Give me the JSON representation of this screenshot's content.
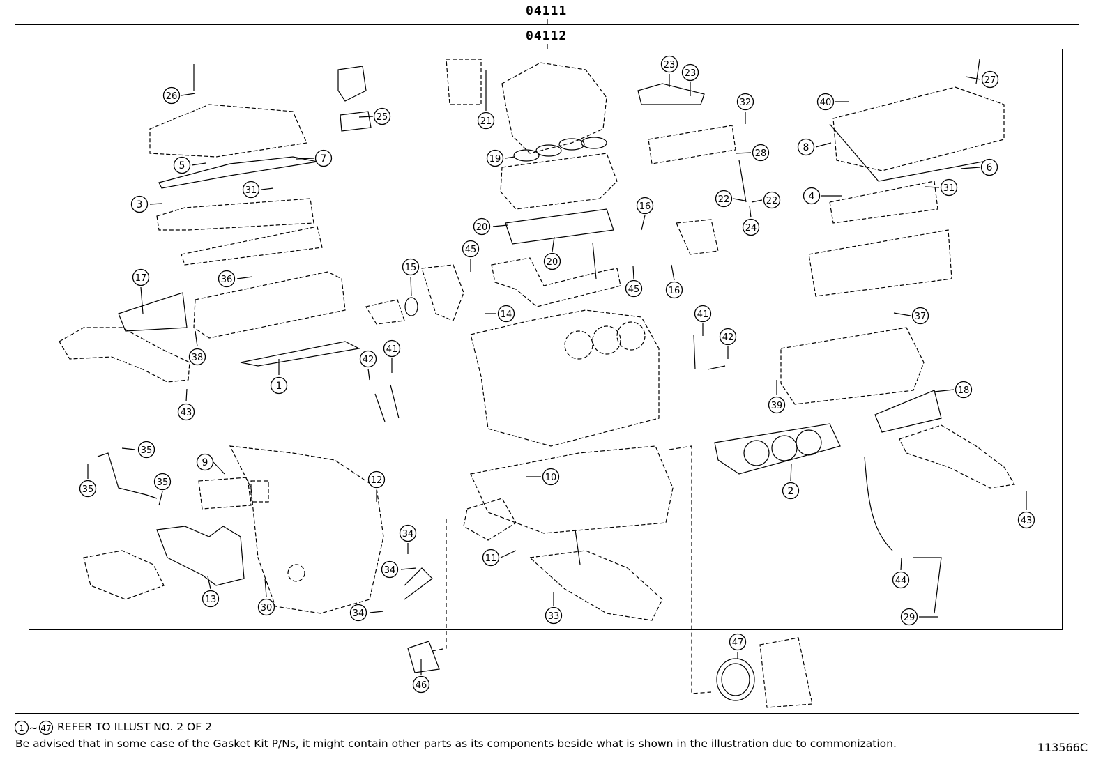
{
  "diagram": {
    "kit_code": "04111",
    "subkit_code": "04112",
    "callouts": [
      {
        "n": "26"
      },
      {
        "n": "25"
      },
      {
        "n": "5"
      },
      {
        "n": "7"
      },
      {
        "n": "31"
      },
      {
        "n": "3"
      },
      {
        "n": "36"
      },
      {
        "n": "17"
      },
      {
        "n": "38"
      },
      {
        "n": "1"
      },
      {
        "n": "43"
      },
      {
        "n": "21"
      },
      {
        "n": "19"
      },
      {
        "n": "20"
      },
      {
        "n": "20"
      },
      {
        "n": "45"
      },
      {
        "n": "15"
      },
      {
        "n": "14"
      },
      {
        "n": "42"
      },
      {
        "n": "41"
      },
      {
        "n": "23"
      },
      {
        "n": "23"
      },
      {
        "n": "32"
      },
      {
        "n": "28"
      },
      {
        "n": "22"
      },
      {
        "n": "22"
      },
      {
        "n": "24"
      },
      {
        "n": "16"
      },
      {
        "n": "45"
      },
      {
        "n": "16"
      },
      {
        "n": "41"
      },
      {
        "n": "42"
      },
      {
        "n": "40"
      },
      {
        "n": "27"
      },
      {
        "n": "8"
      },
      {
        "n": "6"
      },
      {
        "n": "4"
      },
      {
        "n": "31"
      },
      {
        "n": "37"
      },
      {
        "n": "39"
      },
      {
        "n": "18"
      },
      {
        "n": "2"
      },
      {
        "n": "43"
      },
      {
        "n": "35"
      },
      {
        "n": "35"
      },
      {
        "n": "35"
      },
      {
        "n": "9"
      },
      {
        "n": "12"
      },
      {
        "n": "13"
      },
      {
        "n": "30"
      },
      {
        "n": "10"
      },
      {
        "n": "11"
      },
      {
        "n": "34"
      },
      {
        "n": "34"
      },
      {
        "n": "34"
      },
      {
        "n": "33"
      },
      {
        "n": "44"
      },
      {
        "n": "29"
      },
      {
        "n": "46"
      },
      {
        "n": "47"
      }
    ]
  },
  "footer": {
    "range_from": "1",
    "range_sep": "~",
    "range_to": "47",
    "refer_text": "REFER TO ILLUST NO. 2 OF 2",
    "advisory": "Be advised that in some case of the Gasket Kit P/Ns,  it might contain other parts as its components beside what is shown in the illustration due to commonization.",
    "illustration_id": "113566C"
  }
}
